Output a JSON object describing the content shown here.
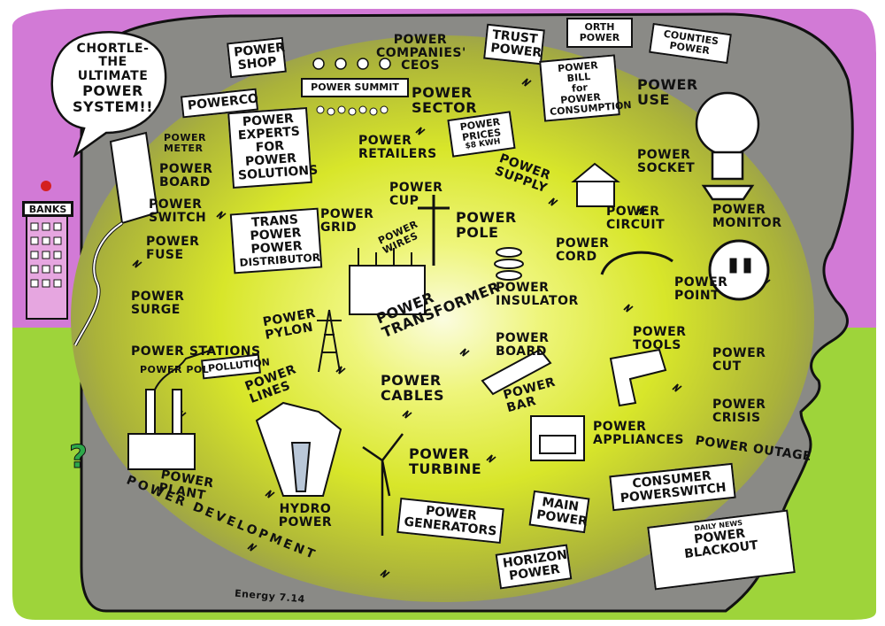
{
  "speech": [
    "CHORTLE-",
    "THE",
    "ULTIMATE",
    "POWER",
    "SYSTEM!!"
  ],
  "boxes": {
    "power_shop": [
      "POWER",
      "SHOP"
    ],
    "powerco": "POWERCO",
    "power_summit": "POWER SUMMIT",
    "experts": [
      "POWER",
      "EXPERTS",
      "FOR",
      "POWER",
      "SOLUTIONS"
    ],
    "trust_power": [
      "TRUST",
      "POWER"
    ],
    "north_power": [
      "ORTH",
      "POWER"
    ],
    "counties_power": [
      "COUNTIES",
      "POWER"
    ],
    "power_bill": [
      "POWER",
      "BILL",
      "for",
      "POWER",
      "CONSUMPTION"
    ],
    "power_prices": [
      "POWER",
      "PRICES",
      "$8 KWH"
    ],
    "transpower": [
      "TRANS",
      "POWER",
      "POWER",
      "DISTRIBUTOR"
    ],
    "pollution": "POLLUTION",
    "power_generators": [
      "POWER",
      "GENERATORS"
    ],
    "horizon_power": [
      "HORIZON",
      "POWER"
    ],
    "main_power": [
      "MAIN",
      "POWER"
    ],
    "consumer_powerswitch": [
      "CONSUMER",
      "POWERSWITCH"
    ],
    "power_blackout_kicker": "DAILY NEWS",
    "power_blackout": "POWER BLACKOUT"
  },
  "banks": "BANKS",
  "labels": {
    "power_companies_ceos": "POWER COMPANIES' CEOS",
    "power_sector": "POWER SECTOR",
    "power_use": "POWER USE",
    "power_meter": "POWER METER",
    "power_board_left": "POWER BOARD",
    "power_switch": "POWER SWITCH",
    "power_fuse": "POWER FUSE",
    "power_surge": "POWER SURGE",
    "power_stations": "POWER STATIONS",
    "power_pol": "POWER POL",
    "power_plant": "POWER PLANT",
    "power_development": "POWER DEVELOPMENT",
    "hydro_power": "HYDRO POWER",
    "power_lines": "POWER LINES",
    "power_pylon": "POWER PYLON",
    "power_grid": "POWER GRID",
    "power_wires": "POWER WIRES",
    "power_cup": "POWER CUP",
    "power_retailers": "POWER RETAILERS",
    "power_supply": "POWER SUPPLY",
    "power_pole": "POWER POLE",
    "power_socket": "POWER SOCKET",
    "power_circuit": "POWER CIRCUIT",
    "power_monitor": "POWER MONITOR",
    "power_cord": "POWER CORD",
    "power_insulator": "POWER INSULATOR",
    "power_transformer": "POWER TRANSFORMER",
    "power_point": "POWER POINT",
    "power_tools": "POWER TOOLS",
    "power_board_center": "POWER BOARD",
    "power_bar": "POWER BAR",
    "power_cut": "POWER CUT",
    "power_crisis": "POWER CRISIS",
    "power_appliances": "POWER APPLIANCES",
    "power_outage": "POWER OUTAGE",
    "power_cables": "POWER CABLES",
    "power_turbine": "POWER TURBINE",
    "signature": "Energy 7.14"
  },
  "colors": {
    "magenta": "#d27ad6",
    "green": "#9ed43a",
    "head_gray": "#8a8a86",
    "glow_center": "#f5f7b8",
    "glow_mid": "#dcec2a",
    "outline": "#111111"
  }
}
